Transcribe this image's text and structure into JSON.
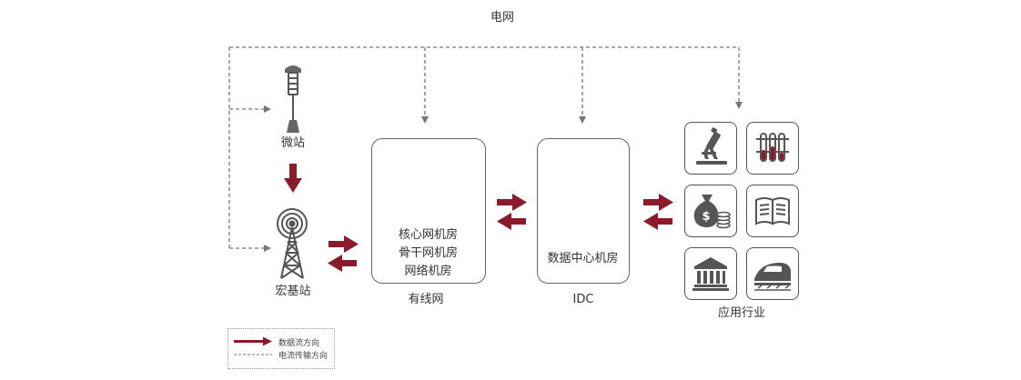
{
  "grid": {
    "label": "电网"
  },
  "micro_station": {
    "label": "微站"
  },
  "macro_station": {
    "label": "宏基站"
  },
  "wired_network": {
    "label": "有线网",
    "lines": [
      "核心网机房",
      "骨干网机房",
      "网络机房"
    ]
  },
  "idc": {
    "label": "IDC",
    "inner_label": "数据中心机房"
  },
  "industries": {
    "label": "应用行业",
    "icons": [
      "microscope-icon",
      "test-tubes-icon",
      "money-bag-icon",
      "book-icon",
      "bank-building-icon",
      "train-icon"
    ]
  },
  "legend": {
    "data_flow": "数据流方向",
    "power_flow": "电流传输方向"
  },
  "colors": {
    "data_arrow": "#8b1a2b",
    "power_line": "#777777",
    "outline": "#555555"
  }
}
